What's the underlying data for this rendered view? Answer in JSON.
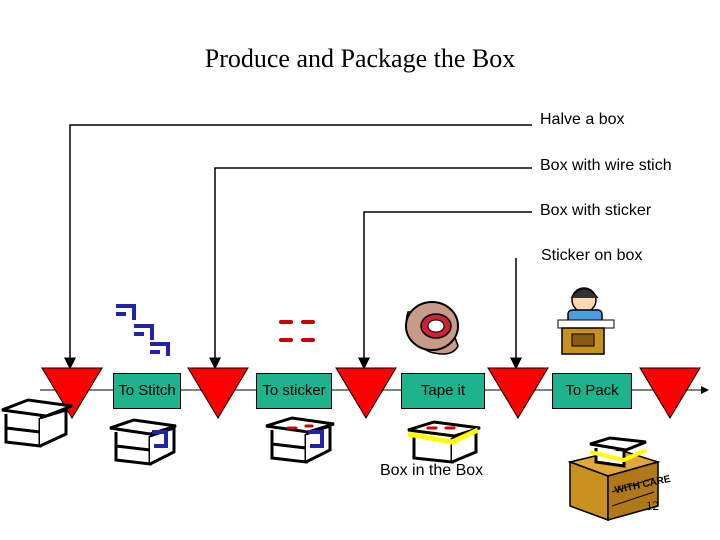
{
  "title": "Produce and Package the Box",
  "feeds": [
    {
      "label": "Halve a box"
    },
    {
      "label": "Box with wire stich"
    },
    {
      "label": "Box with sticker"
    },
    {
      "label": "Sticker on box"
    }
  ],
  "steps": [
    {
      "label": "To Stitch"
    },
    {
      "label": "To sticker"
    },
    {
      "label": "Tape it"
    },
    {
      "label": "To Pack"
    }
  ],
  "bottom_label": "Box in the Box",
  "crate_text": "WITH CARE",
  "page_number": "12",
  "colors": {
    "triangle": "#ff0000",
    "step_box": "#1db38c",
    "staple": "#2222aa",
    "tape_roll": "#c89a88",
    "crate": "#c8901e",
    "tape": "#ffff00"
  }
}
